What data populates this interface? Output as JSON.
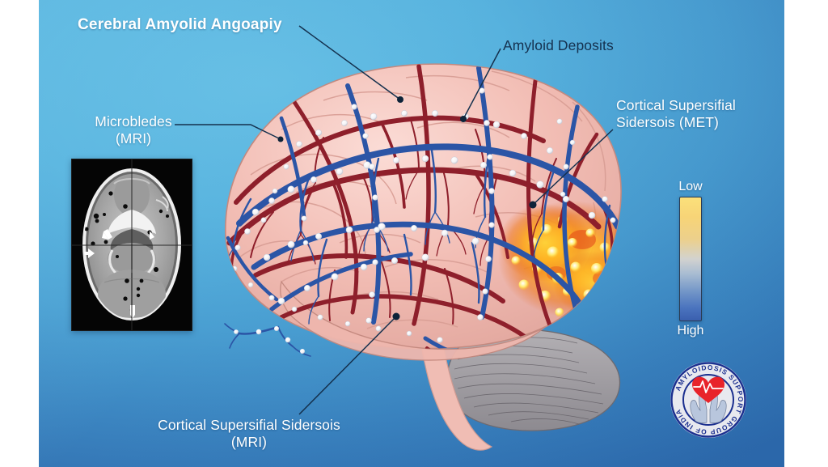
{
  "slide": {
    "background_color_top": "#64bde4",
    "background_color_bottom": "#2f6cae"
  },
  "title": "Cerebral Amyolid Angoapiy",
  "labels": {
    "amyloid_deposits": "Amyloid Deposits",
    "cortical_superficial_siderosis_met": "Cortical Supersifial\nSidersois (MET)",
    "microbleeds_mri": "Microbledes\n(MRI)",
    "cortical_superficial_siderosis_mri": "Cortical Supersifial Sidersois\n(MRI)"
  },
  "colorbar": {
    "top_label": "Low",
    "bottom_label": "High",
    "top_color": "#fbe07a",
    "mid_color": "#d2d2cf",
    "bottom_color": "#3a5fae"
  },
  "logo": {
    "text": "AMYLOIDOSIS SUPPORT GROUP OF INDIA",
    "ring_color": "#1b2f8f",
    "heart_color": "#e8232a",
    "background_color": "#e8e9ef"
  },
  "illustration": {
    "brain_color": "#f4c4bc",
    "artery_color": "#8e1f2b",
    "vein_color": "#2b55a6",
    "deposit_color": "#ffffff",
    "cerebellum_color": "#9b9a9e",
    "heatmap_colors": [
      "#ffe13a",
      "#ffa81f",
      "#e2431a"
    ]
  },
  "mri": {
    "modality": "axial brain MRI slice",
    "microbleed_color": "#000000",
    "arrow_color": "#ffffff"
  }
}
